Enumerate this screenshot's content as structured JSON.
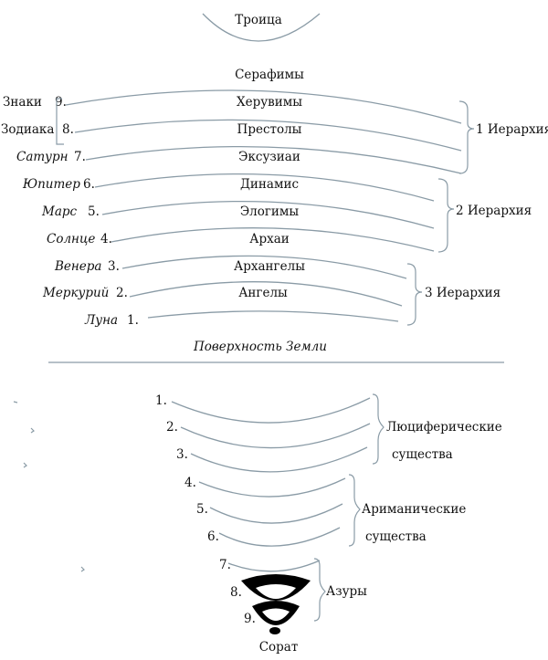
{
  "top_title": "Троица",
  "upper": {
    "beings": [
      "Серафимы",
      "Херувимы",
      "Престолы",
      "Эксузиаи",
      "Динамис",
      "Элогимы",
      "Архаи",
      "Архангелы",
      "Ангелы"
    ],
    "spheres": [
      {
        "name": "Знаки",
        "num": "9."
      },
      {
        "name": "Зодиака",
        "num": "8."
      },
      {
        "name": "Сатурн",
        "num": "7."
      },
      {
        "name": "Юпитер",
        "num": "6."
      },
      {
        "name": "Марс",
        "num": "5."
      },
      {
        "name": "Солнце",
        "num": "4."
      },
      {
        "name": "Венера",
        "num": "3."
      },
      {
        "name": "Меркурий",
        "num": "2."
      },
      {
        "name": "Луна",
        "num": "1."
      }
    ],
    "hierarchies": [
      "1 Иерархия",
      "2 Иерархия",
      "3 Иерархия"
    ]
  },
  "surface_label": "Поверхность Земли",
  "lower": {
    "numbers": [
      "1.",
      "2.",
      "3.",
      "4.",
      "5.",
      "6.",
      "7.",
      "8.",
      "9."
    ],
    "groups": [
      {
        "line1": "Люциферические",
        "line2": "существа"
      },
      {
        "line1": "Ариманические",
        "line2": "существа"
      },
      {
        "line1": "Азуры"
      }
    ],
    "bottom_label": "Сорат"
  },
  "colors": {
    "arc": "#8a9ba6",
    "text": "#111111",
    "fill": "#000000"
  }
}
